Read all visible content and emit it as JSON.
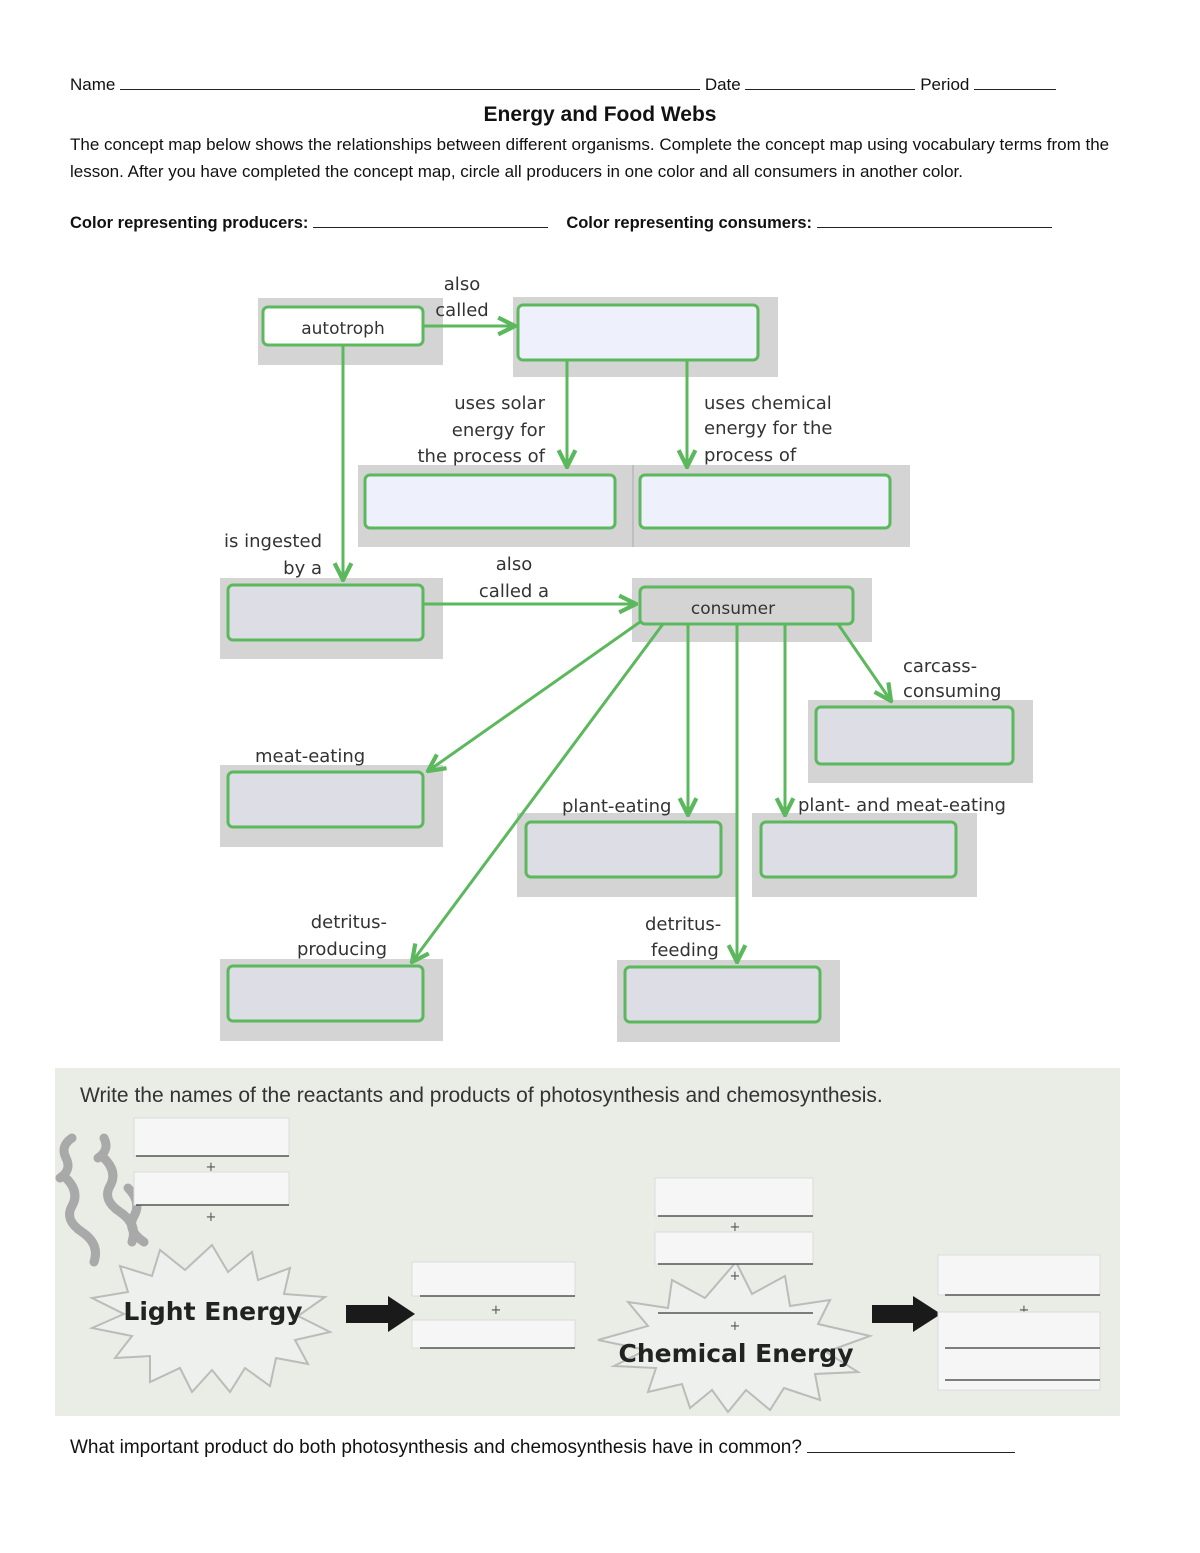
{
  "header": {
    "name_label": "Name",
    "date_label": "Date",
    "period_label": "Period"
  },
  "title": "Energy and Food Webs",
  "intro": "The concept map below shows the relationships between different organisms. Complete the concept map using vocabulary terms from the lesson. After you have completed the concept map, circle all producers in one color and all consumers in another color.",
  "color_fields": {
    "producers_label": "Color representing producers:",
    "consumers_label": "Color representing consumers:"
  },
  "concept_map": {
    "box_autotroph": "autotroph",
    "box_consumer": "consumer",
    "link_also_called_1": "also",
    "link_also_called_2": "called",
    "link_solar_1": "uses solar",
    "link_solar_2": "energy for",
    "link_solar_3": "the process of",
    "link_chem_1": "uses chemical",
    "link_chem_2": "energy for the",
    "link_chem_3": "process of",
    "link_ingested_1": "is ingested",
    "link_ingested_2": "by a",
    "link_also_called_a_1": "also",
    "link_also_called_a_2": "called a",
    "link_carcass_1": "carcass-",
    "link_carcass_2": "consuming",
    "link_meat": "meat-eating",
    "link_plant": "plant-eating",
    "link_omni": "plant- and meat-eating",
    "link_detritus_prod_1": "detritus-",
    "link_detritus_prod_2": "producing",
    "link_detritus_feed_1": "detritus-",
    "link_detritus_feed_2": "feeding"
  },
  "reactions": {
    "instruction": "Write the names of the reactants and products of photosynthesis and chemosynthesis.",
    "light_energy": "Light Energy",
    "chemical_energy": "Chemical Energy",
    "plus": "+"
  },
  "question": "What important product do both photosynthesis and chemosynthesis have in common?"
}
